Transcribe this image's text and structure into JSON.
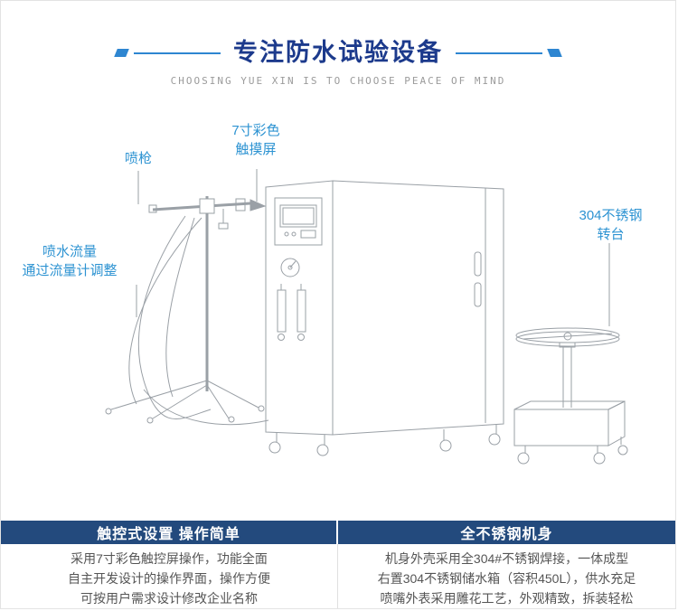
{
  "colors": {
    "accent_blue": "#2e86d1",
    "title_navy": "#1c3a8c",
    "callout_blue": "#2d93d2",
    "feature_header_bg": "#234a7d",
    "drawing_gray": "#9aa0a6",
    "body_text": "#555555",
    "subtitle_gray": "#9b9b9b"
  },
  "header": {
    "title": "专注防水试验设备",
    "subtitle": "CHOOSING YUE XIN IS TO CHOOSE PEACE OF MIND"
  },
  "diagram": {
    "callouts": {
      "touch_screen": {
        "line1": "7寸彩色",
        "line2": "触摸屏"
      },
      "spray_gun": {
        "label": "喷枪"
      },
      "water_flow": {
        "line1": "喷水流量",
        "line2": "通过流量计调整"
      },
      "turntable": {
        "line1": "304不锈钢",
        "line2": "转台"
      }
    }
  },
  "features": [
    {
      "title": "触控式设置 操作简单",
      "lines": [
        "采用7寸彩色触控屏操作，功能全面",
        "自主开发设计的操作界面，操作方便",
        "可按用户需求设计修改企业名称"
      ]
    },
    {
      "title": "全不锈钢机身",
      "lines": [
        "机身外壳采用全304#不锈钢焊接，一体成型",
        "右置304不锈钢储水箱（容积450L），供水充足",
        "喷嘴外表采用雕花工艺，外观精致，拆装轻松"
      ]
    }
  ]
}
